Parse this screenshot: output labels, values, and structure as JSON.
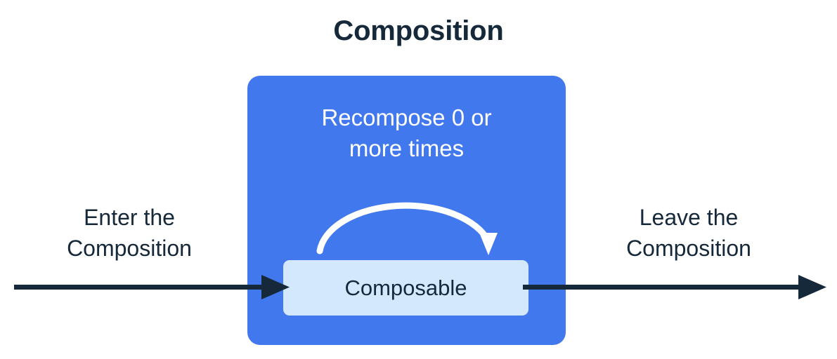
{
  "title": "Composition",
  "colors": {
    "background": "#ffffff",
    "ink": "#15293a",
    "composition_blue": "#4278ee",
    "composable_blue": "#d3e8fc",
    "arc_white": "#ffffff"
  },
  "composition": {
    "recompose_caption": {
      "line1": "Recompose 0 or",
      "line2": "more times"
    },
    "arc": {
      "name": "recompose-loop-arrow",
      "direction": "clockwise",
      "arrowhead": "down-right"
    },
    "composable": {
      "label": "Composable"
    }
  },
  "flow": {
    "enter": {
      "line1": "Enter the",
      "line2": "Composition",
      "arrow": "arrow-right"
    },
    "leave": {
      "line1": "Leave the",
      "line2": "Composition",
      "arrow": "arrow-right"
    }
  }
}
